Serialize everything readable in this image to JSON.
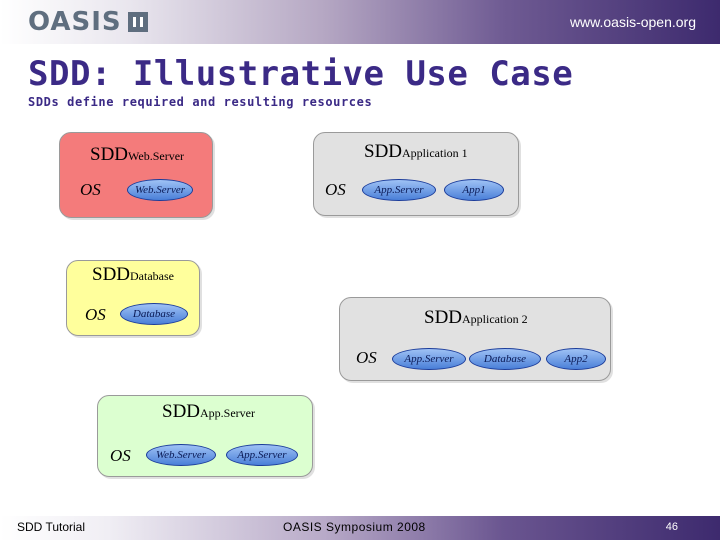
{
  "header": {
    "logo_text": "OASIS",
    "url": "www.oasis-open.org"
  },
  "title": "SDD: Illustrative Use Case",
  "subtitle": "SDDs define required and resulting resources",
  "sdd_webserver": {
    "label": "SDD",
    "sub": "Web.Server",
    "os": "OS",
    "pills": [
      "Web.Server"
    ],
    "color": "#f47b7b"
  },
  "sdd_application1": {
    "label": "SDD",
    "sub": "Application 1",
    "os": "OS",
    "pills": [
      "App.Server",
      "App1"
    ],
    "color": "#e1e1e1"
  },
  "sdd_database": {
    "label": "SDD",
    "sub": "Database",
    "os": "OS",
    "pills": [
      "Database"
    ],
    "color": "#ffff9c"
  },
  "sdd_application2": {
    "label": "SDD",
    "sub": "Application 2",
    "os": "OS",
    "pills": [
      "App.Server",
      "Database",
      "App2"
    ],
    "color": "#e1e1e1"
  },
  "sdd_appserver": {
    "label": "SDD",
    "sub": "App.Server",
    "os": "OS",
    "pills": [
      "Web.Server",
      "App.Server"
    ],
    "color": "#dcffd0"
  },
  "footer": {
    "left": "SDD Tutorial",
    "center": "OASIS Symposium 2008",
    "page": "46"
  }
}
